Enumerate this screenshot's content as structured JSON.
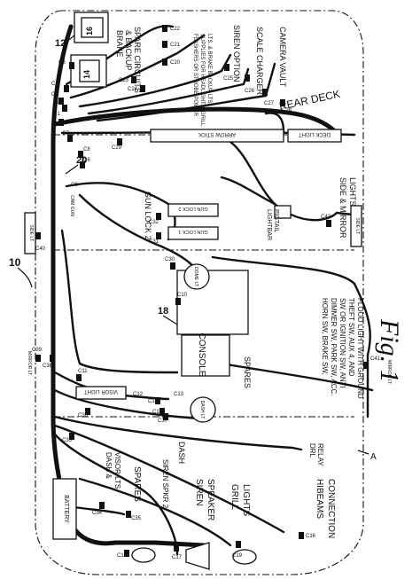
{
  "figure": {
    "label": "Fig. 1",
    "ref_main": "10",
    "ref_harness": "20",
    "ref_a": "A"
  },
  "components": {
    "box_12": "12",
    "box_16": "16",
    "box_14": "14",
    "console_ref": "18",
    "console": "CONSOLE",
    "arrow_stick": "ARROW STICK",
    "deck_light": "DECK LIGHT",
    "gun_lock_2_box": "GUN LOCK 2",
    "gun_lock_1_box": "GUN LOCK 1",
    "visor_light": "VISOR LIGHT",
    "dome_lt": "DOME LT",
    "dash_lt": "DASH LT",
    "battery": "BATTERY",
    "side_lt_left": "SIDE LT.",
    "side_lt_right": "SIDE LT.",
    "mirror_lt_left": "MIRROR LT.",
    "mirror_lt_right": "MIRROR LT.",
    "cam_gun": "CAM GUN"
  },
  "labels": {
    "brake_backup": [
      "BRAKE",
      "& BACKUP"
    ],
    "spare_circuits": "SPARE CIRCUITS",
    "flashers": [
      "FLASHERS OR STROBE POWER",
      "SUPPLIES FOR HEADLIGHTS, GRILL",
      "LTS. & BRAKE BACKUP LTS."
    ],
    "siren_option": "SIREN OPTION",
    "scale_charger": "SCALE CHARGER",
    "camera_vault": "CAMERA VAULT",
    "rear_deck": "REAR DECK",
    "gun_lock_2": "GUN LOCK 2",
    "lightbar_pigtail": [
      "LIGHTBAR",
      "PIGTAIL"
    ],
    "side_mirror_lights": [
      "SIDE & MIRROR",
      "LIGHTS"
    ],
    "spares_console": "SPARES",
    "horn_lines": [
      "HORN SW, BRAKE SW,",
      "DIMMER SW, PARK SW, ACC.",
      "SW OR IGNITION SW, ANTI",
      "THEFT SW, AUX 4, AND",
      "FLOOD LIGHT WITH GROUND"
    ],
    "dash": "DASH",
    "drl_relay": [
      "DRL",
      "RELAY"
    ],
    "dash_visor": [
      "DASH &",
      "VISOR LTS"
    ],
    "spares_front": "SPARES",
    "siren_spkr_2": "SIREN SPKR 2",
    "siren_speaker": [
      "SIREN",
      "SPEAKER"
    ],
    "grill_lights": [
      "GRILL",
      "LIGHTS"
    ],
    "hibeams": [
      "HIBEAMS",
      "CONNECTION"
    ]
  },
  "connectors": [
    "C1",
    "C2",
    "C3",
    "C4",
    "C5",
    "C6",
    "C7",
    "C8",
    "C9",
    "C10",
    "C11",
    "C12",
    "C13",
    "C14",
    "C15",
    "C16",
    "C17",
    "C18",
    "C19",
    "C20",
    "C21",
    "C22",
    "C23",
    "C24",
    "C25",
    "C26",
    "C27",
    "C28",
    "C29",
    "C30",
    "C31",
    "C32",
    "C33",
    "C34",
    "C35",
    "C36",
    "C37",
    "C38",
    "C39",
    "C40",
    "C41",
    "C42"
  ]
}
